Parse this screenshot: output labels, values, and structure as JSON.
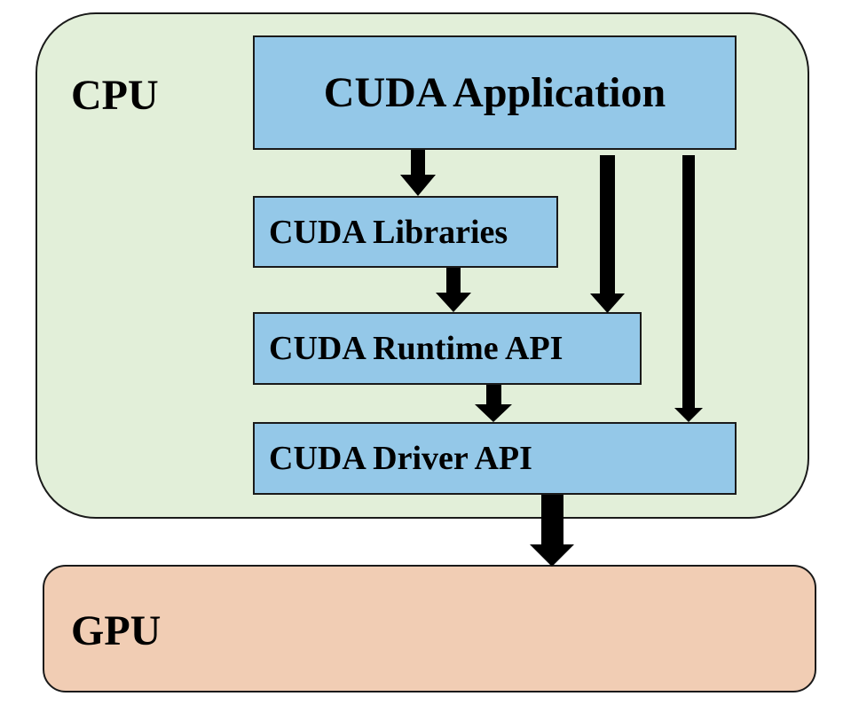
{
  "regions": {
    "cpu": {
      "label": "CPU"
    },
    "gpu": {
      "label": "GPU"
    }
  },
  "layers": {
    "application": "CUDA Application",
    "libraries": "CUDA Libraries",
    "runtime_api": "CUDA Runtime API",
    "driver_api": "CUDA Driver API"
  },
  "edges": [
    {
      "from": "application",
      "to": "libraries"
    },
    {
      "from": "application",
      "to": "runtime_api"
    },
    {
      "from": "application",
      "to": "driver_api"
    },
    {
      "from": "libraries",
      "to": "runtime_api"
    },
    {
      "from": "runtime_api",
      "to": "driver_api"
    },
    {
      "from": "driver_api",
      "to": "gpu"
    }
  ],
  "colors": {
    "cpu_fill": "#e2efd9",
    "gpu_fill": "#f1cdb4",
    "layer_fill": "#94c8e8",
    "arrow": "#000000"
  }
}
